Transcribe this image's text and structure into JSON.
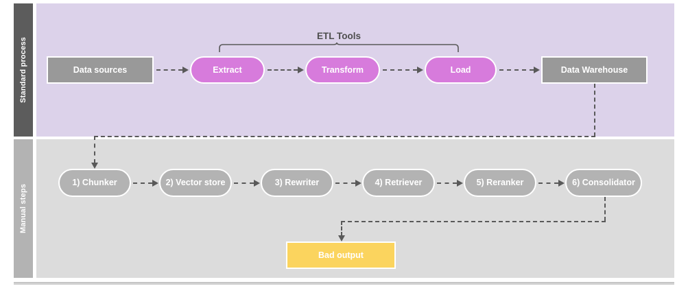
{
  "diagram": {
    "title_group_label": "ETL Tools",
    "lanes": [
      {
        "id": "standard",
        "label": "Standard process",
        "bg": "#DCD2EA",
        "header_bg": "#5C5C5C"
      },
      {
        "id": "manual",
        "label": "Manual steps",
        "bg": "#DCDCDC",
        "header_bg": "#B3B3B3"
      }
    ],
    "standard_process_nodes": [
      {
        "id": "data-sources",
        "label": "Data sources",
        "shape": "rect",
        "color": "#999999"
      },
      {
        "id": "extract",
        "label": "Extract",
        "shape": "pill",
        "color": "#D77BDC"
      },
      {
        "id": "transform",
        "label": "Transform",
        "shape": "pill",
        "color": "#D77BDC"
      },
      {
        "id": "load",
        "label": "Load",
        "shape": "pill",
        "color": "#D77BDC"
      },
      {
        "id": "data-warehouse",
        "label": "Data Warehouse",
        "shape": "rect",
        "color": "#999999"
      }
    ],
    "manual_steps_nodes": [
      {
        "id": "chunker",
        "label": "1) Chunker",
        "shape": "pill",
        "color": "#B3B3B3"
      },
      {
        "id": "vector-store",
        "label": "2) Vector store",
        "shape": "pill",
        "color": "#B3B3B3"
      },
      {
        "id": "rewriter",
        "label": "3) Rewriter",
        "shape": "pill",
        "color": "#B3B3B3"
      },
      {
        "id": "retriever",
        "label": "4) Retriever",
        "shape": "pill",
        "color": "#B3B3B3"
      },
      {
        "id": "reranker",
        "label": "5) Reranker",
        "shape": "pill",
        "color": "#B3B3B3"
      },
      {
        "id": "consolidator",
        "label": "6) Consolidator",
        "shape": "pill",
        "color": "#B3B3B3"
      }
    ],
    "output_node": {
      "id": "bad-output",
      "label": "Bad output",
      "shape": "rect",
      "color": "#FBD45E"
    },
    "connector_color": "#595959",
    "connector_style": "dashed"
  }
}
